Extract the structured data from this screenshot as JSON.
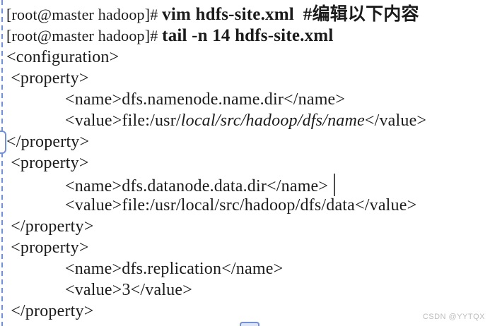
{
  "colors": {
    "text": "#1b1b1b",
    "selection_blue": "#7490d4",
    "watermark_gray": "#bcbcbc",
    "background": "#ffffff",
    "cursor": "#4d4d4d"
  },
  "watermark": "CSDN @YYTQX",
  "icons": {
    "selection_border": "dashed-left-border",
    "selection_handle_left": "rounded-rect-handle",
    "selection_handle_bottom": "rounded-rect-handle"
  },
  "terminal": {
    "lines": [
      {
        "indent": 0,
        "cursor": false,
        "segments": [
          {
            "text": "[root@master hadoop]# ",
            "prompt": true
          },
          {
            "text": "vim hdfs-site.xml  #编辑以下内容",
            "bold": true
          }
        ]
      },
      {
        "indent": 0,
        "cursor": false,
        "segments": [
          {
            "text": "[root@master hadoop]# ",
            "prompt": true
          },
          {
            "text": "tail -n 14 hdfs-site.xml",
            "bold": true
          }
        ]
      },
      {
        "indent": 0,
        "cursor": false,
        "segments": [
          {
            "text": "<configuration>"
          }
        ]
      },
      {
        "indent": 0,
        "cursor": false,
        "segments": [
          {
            "text": " <property>"
          }
        ]
      },
      {
        "indent": 1,
        "cursor": false,
        "segments": [
          {
            "text": "<name>dfs.namenode.name.dir</name>"
          }
        ]
      },
      {
        "indent": 1,
        "cursor": false,
        "segments": [
          {
            "text": "<value>file:/usr/"
          },
          {
            "text": "local/src/hadoop/dfs/name",
            "italic": true
          },
          {
            "text": "</value>"
          }
        ]
      },
      {
        "indent": 0,
        "cursor": false,
        "segments": [
          {
            "text": "</property>"
          }
        ]
      },
      {
        "indent": 0,
        "cursor": false,
        "segments": [
          {
            "text": " <property>"
          }
        ]
      },
      {
        "indent": 1,
        "cursor": true,
        "segments": [
          {
            "text": "<name>dfs.datanode.data.dir</name>"
          }
        ]
      },
      {
        "indent": 1,
        "cursor": false,
        "segments": [
          {
            "text": "<value>file:/usr/local/src/hadoop/dfs/data</value>"
          }
        ]
      },
      {
        "indent": 0,
        "cursor": false,
        "segments": [
          {
            "text": " </property>"
          }
        ]
      },
      {
        "indent": 0,
        "cursor": false,
        "segments": [
          {
            "text": " <property>"
          }
        ]
      },
      {
        "indent": 1,
        "cursor": false,
        "segments": [
          {
            "text": "<name>dfs.replication</name>"
          }
        ]
      },
      {
        "indent": 1,
        "cursor": false,
        "segments": [
          {
            "text": "<value>3</value>"
          }
        ]
      },
      {
        "indent": 0,
        "cursor": false,
        "segments": [
          {
            "text": " </property>"
          }
        ]
      }
    ]
  }
}
